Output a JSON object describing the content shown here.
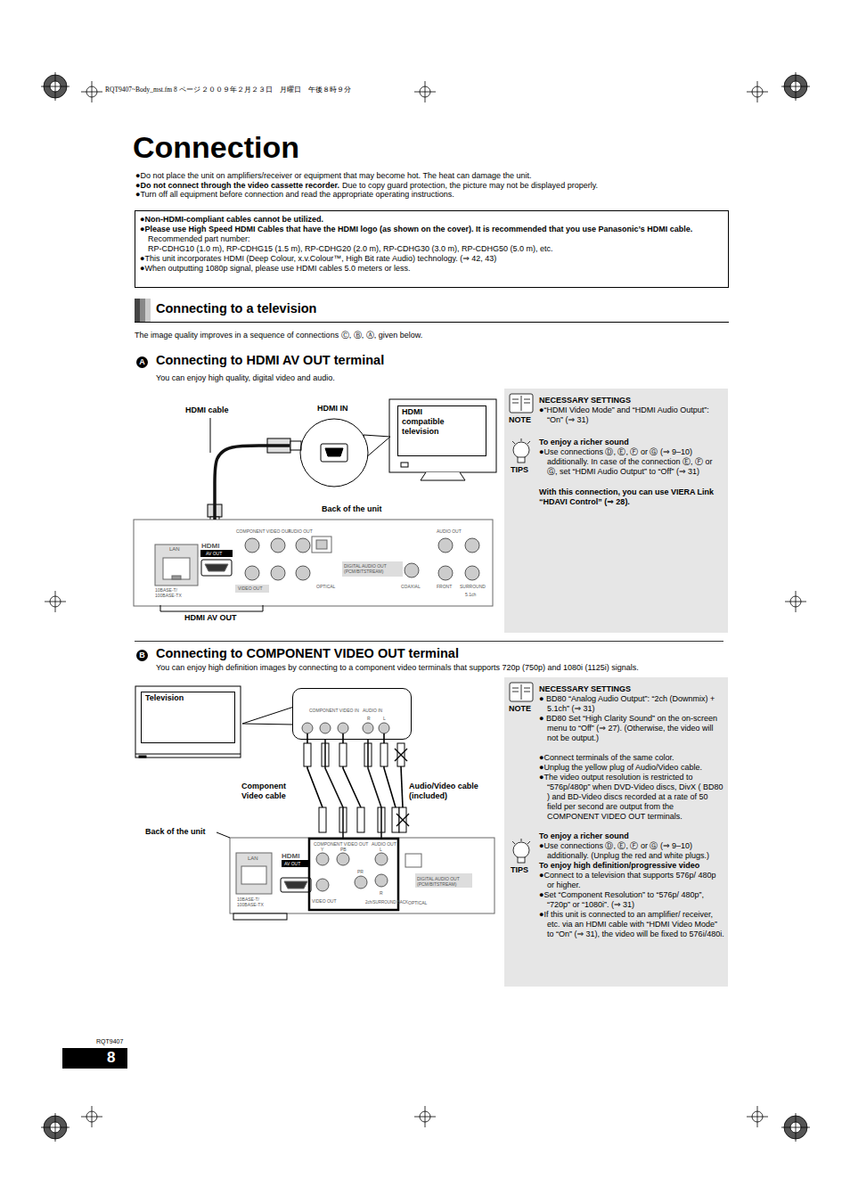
{
  "diagram": {
    "title": "Connection",
    "nodes": [
      {
        "text": [
          "●Non-HDMI-compliant cables cannot be utilized.",
          "●Please use High Speed HDMI Cables that have the HDMI logo (as shown on the cover). It is recommended that you use Panasonic’s HDMI cable.",
          "Recommended part number:",
          "RP-CDHG10 (1.0 m), RP-CDHG15 (1.5 m), RP-CDHG20 (2.0 m), RP-CDHG30 (3.0 m), RP-CDHG50 (5.0 m), etc.",
          "●This unit incorporates HDMI (Deep Colour, x.v.Colour™, High Bit rate Audio) technology. (⇒ 42, 43)",
          "●When outputting 1080p signal, please use HDMI cables 5.0 meters or less."
        ]
      },
      {
        "text": [
          "HDMI compatible television"
        ]
      },
      {
        "text": [
          "HDMI IN"
        ]
      },
      {
        "text": [
          "LAN",
          "10BASE-T/ 100BASE-TX",
          "HDMI",
          "AV OUT",
          "COMPONENT VIDEO OUT",
          "AUDIO OUT",
          "VIDEO OUT",
          "DIGITAL AUDIO OUT (PCM/BITSTREAM)",
          "OPTICAL",
          "COAXIAL",
          "AUDIO OUT",
          "FRONT",
          "SURROUND",
          "5.1ch"
        ]
      },
      {
        "text": [
          "NOTE",
          "NECESSARY SETTINGS",
          "●“HDMI Video Mode” and “HDMI Audio Output”: “On” (⇒ 31)",
          "TIPS",
          "To enjoy a richer sound",
          "●Use connections Ⓓ, Ⓔ, Ⓕ or Ⓖ (⇒ 9–10) additionally. In case of the connection Ⓔ, Ⓕ or Ⓖ, set “HDMI Audio Output” to “Off” (⇒ 31)",
          "With this connection, you can use VIERA Link “HDAVI Control” (⇒ 28)."
        ]
      },
      {
        "text": [
          "Television"
        ]
      },
      {
        "text": [
          "COMPONENT VIDEO IN",
          "AUDIO IN",
          "R",
          "L"
        ]
      },
      {
        "text": [
          "LAN",
          "10BASE-T/ 100BASE-TX",
          "HDMI",
          "AV OUT",
          "COMPONENT VIDEO OUT",
          "AUDIO OUT",
          "Y",
          "PB",
          "L",
          "PR",
          "R",
          "VIDEO OUT",
          "2ch/SURROUND BACK",
          "DIGITAL AUDIO OUT (PCM/BITSTREAM)",
          "OPTICAL"
        ]
      },
      {
        "text": [
          "NOTE",
          "NECESSARY SETTINGS",
          "● BD80 “Analog Audio Output”: “2ch (Downmix) + 5.1ch” (⇒ 31)",
          "● BD80 Set “High Clarity Sound” on the on-screen menu to “Off” (⇒ 27). (Otherwise, the video will not be output.)",
          "●Connect terminals of the same color.",
          "●Unplug the yellow plug of Audio/Video cable.",
          "●The video output resolution is restricted to “576p/480p” when DVD-Video discs, DivX ( BD80 ) and BD-Video discs recorded at a rate of 50 field per second are output from the COMPONENT VIDEO OUT terminals.",
          "TIPS",
          "To enjoy a richer sound",
          "●Use connections Ⓓ, Ⓔ, Ⓕ or Ⓖ (⇒ 9–10) additionally. (Unplug the red and white plugs.)",
          "To enjoy high definition/progressive video",
          "●Connect to a television that supports 576p/ 480p or higher.",
          "●Set “Component Resolution” to “576p/ 480p”, “720p” or “1080i”. (⇒ 31)",
          "●If this unit is connected to an amplifier/ receiver, etc. via an HDMI cable with “HDMI Video Mode” to “On” (⇒ 31), the video will be fixed to 576i/480i."
        ]
      }
    ],
    "edges": [
      {
        "from": 3,
        "to": 2,
        "arrow": "none",
        "label": "HDMI cable"
      },
      {
        "from": 7,
        "to": 6,
        "arrow": "none",
        "label": "Component Video cable"
      },
      {
        "from": 7,
        "to": 6,
        "arrow": "none",
        "label": "Audio/Video cable (included)"
      }
    ],
    "labels": [
      "RQT9407~Body_mst.fm  8 ページ  ２００９年２月２３日　月曜日　午後８時９分",
      "●Do not place the unit on amplifiers/receiver or equipment that may become hot. The heat can damage the unit.",
      "●Do not connect through the video cassette recorder.",
      "Due to copy guard protection, the picture may not be displayed properly.",
      "●Turn off all equipment before connection and read the appropriate operating instructions.",
      "Connecting to a television",
      "The image quality improves in a sequence of connections Ⓒ, Ⓑ, Ⓐ, given below.",
      "A",
      "Connecting to HDMI AV OUT terminal",
      "You can enjoy high quality, digital video and audio.",
      "Back of the unit",
      "HDMI AV OUT",
      "B",
      "Connecting to COMPONENT VIDEO OUT terminal",
      "You can enjoy high definition images by connecting to a component video terminals that supports 720p (750p) and 1080i (1125i) signals.",
      "Back of the unit",
      "RQT9407",
      "8"
    ]
  }
}
